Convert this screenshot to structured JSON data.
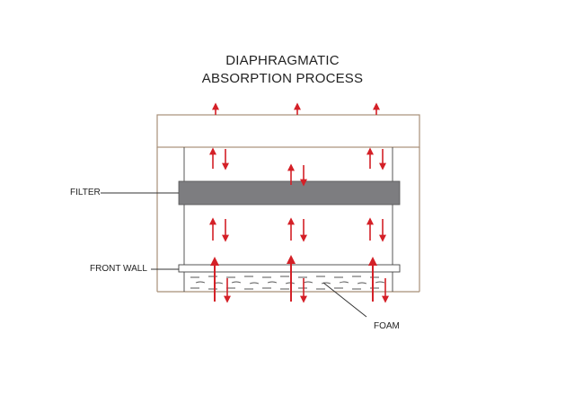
{
  "title": {
    "line1": "DIAPHRAGMATIC",
    "line2": "ABSORPTION PROCESS"
  },
  "labels": {
    "filter": "FILTER",
    "front_wall": "FRONT WALL",
    "foam": "FOAM"
  },
  "colors": {
    "frame": "#a88f78",
    "filter_fill": "#7d7d80",
    "arrow": "#d42027",
    "line": "#333333"
  }
}
